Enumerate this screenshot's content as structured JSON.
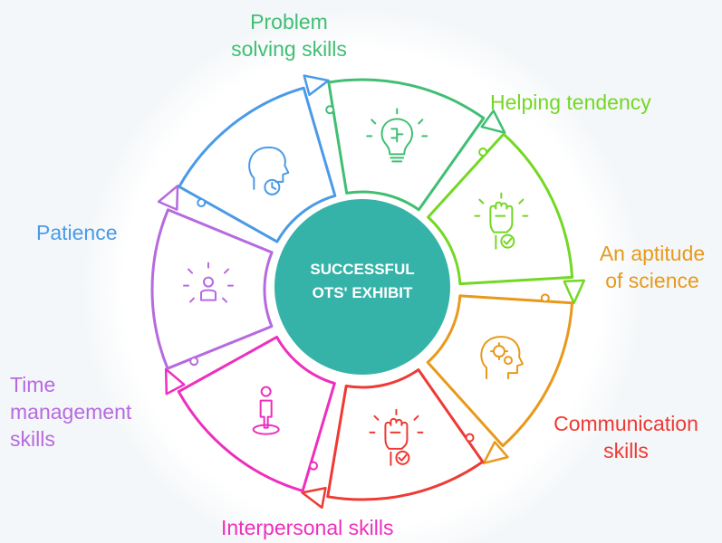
{
  "center": {
    "line1": "SUCCESSFUL",
    "line2": "OTS' EXHIBIT",
    "color": "#36b3a8"
  },
  "skills": [
    {
      "lines": [
        "Problem",
        "solving skills"
      ],
      "color": "#3fbf72",
      "icon": "lightbulb-puzzle-icon"
    },
    {
      "lines": [
        "Helping tendency"
      ],
      "color": "#73d823",
      "icon": "raised-fist-check-icon"
    },
    {
      "lines": [
        "An aptitude",
        "of science"
      ],
      "color": "#e8991b",
      "icon": "head-gears-icon"
    },
    {
      "lines": [
        "Communication",
        "skills"
      ],
      "color": "#ee3a34",
      "icon": "raised-fist-check-icon"
    },
    {
      "lines": [
        "Interpersonal skills"
      ],
      "color": "#ee2fbd",
      "icon": "person-standing-icon"
    },
    {
      "lines": [
        "Time",
        "management",
        "skills"
      ],
      "color": "#b66ae0",
      "icon": "person-glowing-icon"
    },
    {
      "lines": [
        "Patience"
      ],
      "color": "#4a9ae8",
      "icon": "head-clock-icon"
    }
  ]
}
